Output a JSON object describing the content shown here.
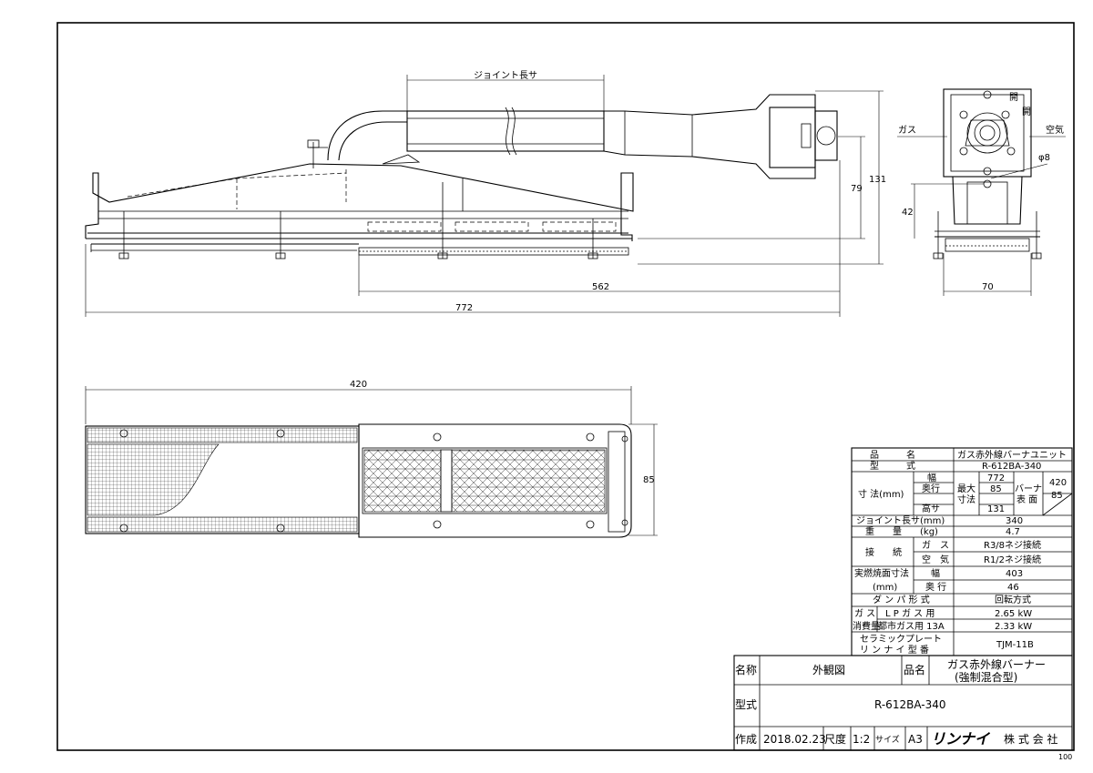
{
  "dimensions": {
    "joint_length_label": "ジョイント長サ",
    "d772": "772",
    "d562": "562",
    "d79": "79",
    "d131": "131",
    "d42": "42",
    "d70": "70",
    "d420": "420",
    "d85": "85",
    "phi8": "φ8",
    "gas": "ガス",
    "air": "空気",
    "open1": "開",
    "open2": "開"
  },
  "spec_table": {
    "rows": [
      [
        "品　　　名",
        "ガス赤外線バーナユニット"
      ],
      [
        "型　　　式",
        "R-612BA-340"
      ],
      [
        "ジョイント長サ(mm)",
        "340"
      ],
      [
        "重　　量　　(kg)",
        "4.7"
      ],
      [
        "ダ ン パ 形 式",
        "回転方式"
      ],
      [
        "セラミックプレート",
        "TJM-11B"
      ],
      [
        "リ ン ナ イ 型 番",
        ""
      ]
    ],
    "size_label": "寸 法(mm)",
    "size_rows": [
      [
        "幅",
        "772"
      ],
      [
        "奥行",
        "85"
      ],
      [
        "高サ",
        "131"
      ]
    ],
    "max_size_label": "最大",
    "max_size_label2": "寸法",
    "burner_label": "バーナ",
    "surface_label": "表 面",
    "burner_w": "420",
    "burner_d": "85",
    "connect_label": "接　　続",
    "connect_rows": [
      [
        "ガ　ス",
        "R3/8ネジ接続"
      ],
      [
        "空　気",
        "R1/2ネジ接続"
      ]
    ],
    "effective_label1": "実燃焼面寸法",
    "effective_label2": "(mm)",
    "effective_rows": [
      [
        "幅",
        "403"
      ],
      [
        "奥 行",
        "46"
      ]
    ],
    "gas_label": "ガ ス",
    "consumption_label": "消費量",
    "lp_label": "L P ガ ス 用",
    "lp_value": "2.65 kW",
    "city_label": "都市ガス用 13A",
    "city_value": "2.33 kW"
  },
  "title_block": {
    "name_label": "名称",
    "name_value": "外観図",
    "product_label": "品名",
    "product_value_1": "ガス赤外線バーナー",
    "product_value_2": "(強制混合型)",
    "model_label": "型式",
    "model_value": "R-612BA-340",
    "created_label": "作成",
    "created_value": "2018.02.23",
    "scale_label": "尺度",
    "scale_value": "1:2",
    "size_label": "サイズ",
    "size_value": "A3",
    "company_logo": "リンナイ",
    "company_suffix": "株 式 会 社"
  },
  "sheet_number": "100"
}
